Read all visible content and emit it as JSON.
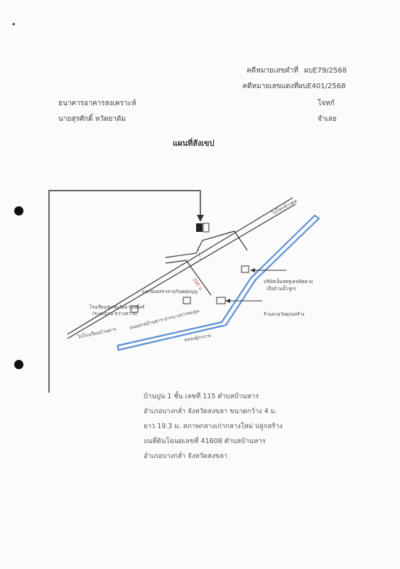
{
  "header": {
    "black_case_label": "คดีหมายเลขดำที่",
    "black_case_number": "ผบE79/2568",
    "red_case_label": "คดีหมายเลขแดงที่",
    "red_case_number": "ผบE401/2568",
    "plaintiff_name": "ธนาคารอาคารสงเคราะห์",
    "plaintiff_role": "โจทก์",
    "defendant_name": "นายสุรศักดิ์ หวัดยาดัม",
    "defendant_role": "จำเลย"
  },
  "title": "แผนที่สังเขป",
  "map": {
    "road_top": "ไปโคกข้าวดอ",
    "road_bottom": "ไปโรงเรียนบ้านหาร",
    "main_road": "ถนนสายบ้านหาร-ปากบางปากพะยูน",
    "canal": "คลองผู้ระบาย",
    "school": "โรงเรียนชุมชนวัดอามุสดิ์ทร์",
    "school_sub": "(ระยะมาน หว่างหวาย)",
    "junction": "แยกซอยสรวลามกันดตุ่มบุญ",
    "distance": "290 ม.",
    "company": "บริษัทเอ็มสตรูเดฟลัดตาม",
    "company_sub": "(ถือบ้านน้ำชูก)",
    "shop": "ร้านขายวัสดุก่อสร้าง"
  },
  "description": [
    "บ้านปูน 1 ชั้น เลขที่ 115 ตำบลบ้านหาร",
    "อำเภอบางกล่ำ จังหวัดสงขลา ขนาดกว้าง 4   ม.",
    "ยาว 19.3 ม. สภาพกลางเก่ากลางใหม่ ปลูกสร้าง",
    "บนที่ดินโฉนดเลขที่ 41608 ตำบลบ้านหาร",
    "อำเภอบางกล่ำ จังหวัดสงขลา"
  ],
  "corner_mark": "•",
  "colors": {
    "canal": "#5b8fd6",
    "ink": "#333333"
  }
}
